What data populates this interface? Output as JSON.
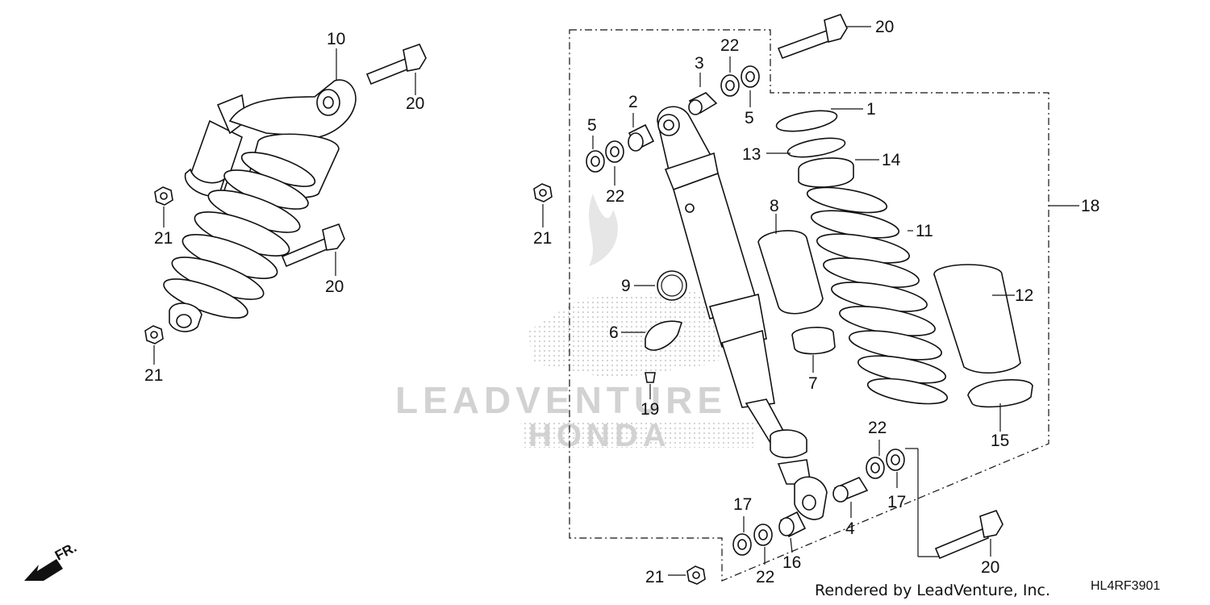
{
  "callouts": {
    "c1": "1",
    "c2": "2",
    "c3": "3",
    "c4": "4",
    "c5a": "5",
    "c5b": "5",
    "c6": "6",
    "c7": "7",
    "c8": "8",
    "c9": "9",
    "c10": "10",
    "c11": "11",
    "c12": "12",
    "c13": "13",
    "c14": "14",
    "c15": "15",
    "c16": "16",
    "c17a": "17",
    "c17b": "17",
    "c18": "18",
    "c19": "19",
    "c20a": "20",
    "c20b": "20",
    "c20c": "20",
    "c20d": "20",
    "c21a": "21",
    "c21b": "21",
    "c21c": "21",
    "c21d": "21",
    "c22a": "22",
    "c22b": "22",
    "c22c": "22",
    "c22d": "22"
  },
  "direction_label": "FR.",
  "credit": "Rendered by LeadVenture, Inc.",
  "diagram_code": "HL4RF3901",
  "watermark": {
    "line1": "LEADVENTURE",
    "line2": "HONDA"
  },
  "colors": {
    "ink": "#111111",
    "watermark": "#d2d2d2",
    "background": "#ffffff"
  }
}
